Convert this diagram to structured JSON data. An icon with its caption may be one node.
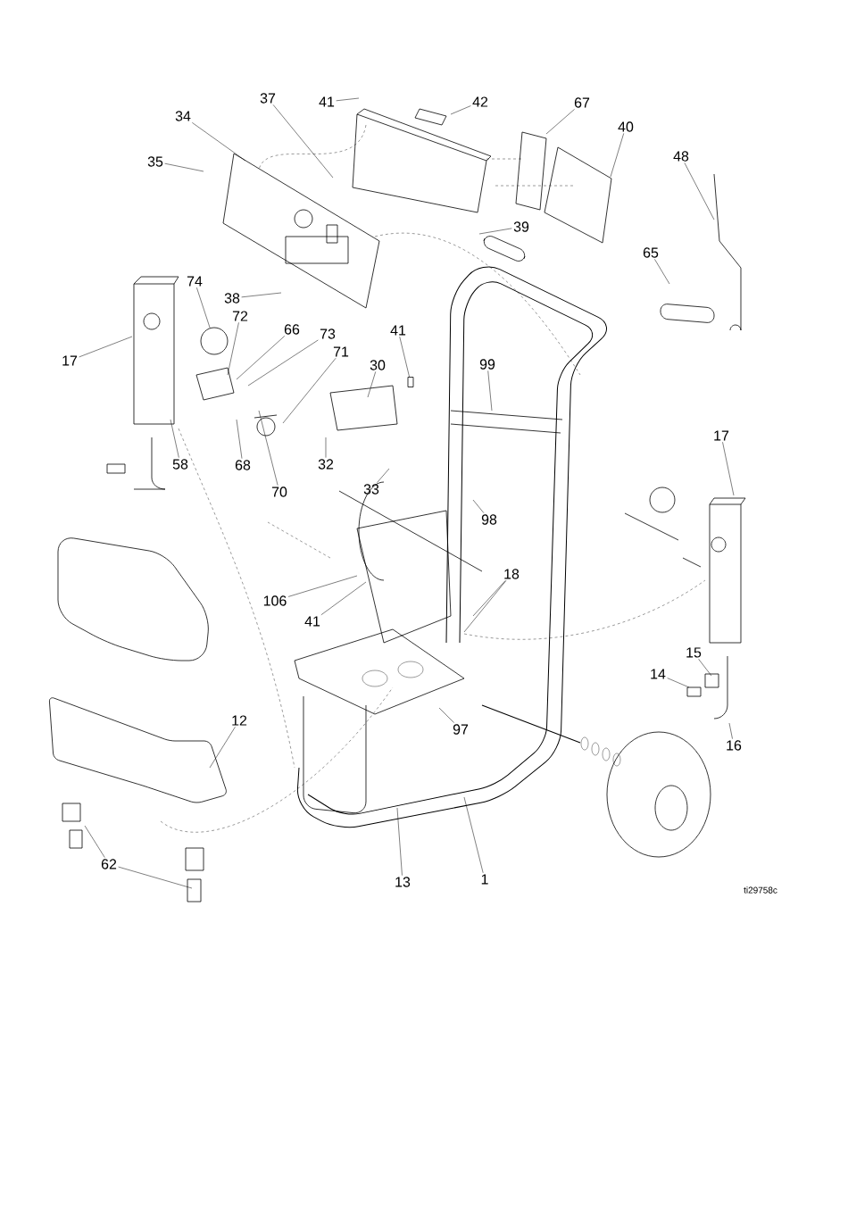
{
  "diagram": {
    "nodes": [
      {
        "text": [
          "41"
        ]
      },
      {
        "text": [
          "37"
        ]
      },
      {
        "text": [
          "42"
        ]
      },
      {
        "text": [
          "34"
        ]
      },
      {
        "text": [
          "67"
        ]
      },
      {
        "text": [
          "40"
        ]
      },
      {
        "text": [
          "35"
        ]
      },
      {
        "text": [
          "48"
        ]
      },
      {
        "text": [
          "39"
        ]
      },
      {
        "text": [
          "65"
        ]
      },
      {
        "text": [
          "74"
        ]
      },
      {
        "text": [
          "38"
        ]
      },
      {
        "text": [
          "72"
        ]
      },
      {
        "text": [
          "66"
        ]
      },
      {
        "text": [
          "73"
        ]
      },
      {
        "text": [
          "71"
        ]
      },
      {
        "text": [
          "17"
        ]
      },
      {
        "text": [
          "30"
        ]
      },
      {
        "text": [
          "41"
        ]
      },
      {
        "text": [
          "99"
        ]
      },
      {
        "text": [
          "58"
        ]
      },
      {
        "text": [
          "68"
        ]
      },
      {
        "text": [
          "70"
        ]
      },
      {
        "text": [
          "32"
        ]
      },
      {
        "text": [
          "33"
        ]
      },
      {
        "text": [
          "98"
        ]
      },
      {
        "text": [
          "17"
        ]
      },
      {
        "text": [
          "18"
        ]
      },
      {
        "text": [
          "106"
        ]
      },
      {
        "text": [
          "41"
        ]
      },
      {
        "text": [
          "15"
        ]
      },
      {
        "text": [
          "14"
        ]
      },
      {
        "text": [
          "12"
        ]
      },
      {
        "text": [
          "97"
        ]
      },
      {
        "text": [
          "16"
        ]
      },
      {
        "text": [
          "62"
        ]
      },
      {
        "text": [
          "13"
        ]
      },
      {
        "text": [
          "1"
        ]
      },
      {
        "text": [],
        "shape": "circle"
      },
      {
        "text": [],
        "shape": "box"
      }
    ],
    "edges": [
      {
        "from": 0,
        "to": null,
        "arrow": "none"
      },
      {
        "from": 1,
        "to": null,
        "arrow": "none"
      },
      {
        "from": 2,
        "to": null,
        "arrow": "none"
      },
      {
        "from": 3,
        "to": null,
        "arrow": "none"
      },
      {
        "from": 4,
        "to": null,
        "arrow": "none"
      },
      {
        "from": 5,
        "to": null,
        "arrow": "none"
      },
      {
        "from": 6,
        "to": null,
        "arrow": "none"
      },
      {
        "from": 7,
        "to": null,
        "arrow": "none"
      },
      {
        "from": 8,
        "to": null,
        "arrow": "none"
      },
      {
        "from": 9,
        "to": null,
        "arrow": "none"
      },
      {
        "from": 10,
        "to": 38,
        "arrow": "none"
      },
      {
        "from": 11,
        "to": null,
        "arrow": "none"
      },
      {
        "from": 12,
        "to": null,
        "arrow": "none"
      },
      {
        "from": 13,
        "to": null,
        "arrow": "none"
      },
      {
        "from": 14,
        "to": null,
        "arrow": "none"
      },
      {
        "from": 15,
        "to": null,
        "arrow": "none"
      },
      {
        "from": 16,
        "to": null,
        "arrow": "none"
      },
      {
        "from": 17,
        "to": null,
        "arrow": "none"
      },
      {
        "from": 18,
        "to": 39,
        "arrow": "none"
      },
      {
        "from": 19,
        "to": null,
        "arrow": "none"
      },
      {
        "from": 20,
        "to": null,
        "arrow": "none"
      },
      {
        "from": 21,
        "to": null,
        "arrow": "none"
      },
      {
        "from": 22,
        "to": null,
        "arrow": "none"
      },
      {
        "from": 23,
        "to": null,
        "arrow": "none"
      },
      {
        "from": 24,
        "to": null,
        "arrow": "none"
      },
      {
        "from": 25,
        "to": null,
        "arrow": "none"
      },
      {
        "from": 26,
        "to": null,
        "arrow": "none"
      },
      {
        "from": 27,
        "to": null,
        "arrow": "none"
      },
      {
        "from": 27,
        "to": null,
        "arrow": "none"
      },
      {
        "from": 28,
        "to": null,
        "arrow": "none"
      },
      {
        "from": 29,
        "to": null,
        "arrow": "none"
      },
      {
        "from": 30,
        "to": null,
        "arrow": "none"
      },
      {
        "from": 31,
        "to": null,
        "arrow": "none"
      },
      {
        "from": 32,
        "to": null,
        "arrow": "none"
      },
      {
        "from": 33,
        "to": null,
        "arrow": "none"
      },
      {
        "from": 34,
        "to": null,
        "arrow": "none"
      },
      {
        "from": 35,
        "to": null,
        "arrow": "none"
      },
      {
        "from": 35,
        "to": null,
        "arrow": "none"
      },
      {
        "from": 36,
        "to": null,
        "arrow": "none"
      },
      {
        "from": 37,
        "to": null,
        "arrow": "none"
      }
    ],
    "labels": [
      "ti29758c"
    ]
  }
}
